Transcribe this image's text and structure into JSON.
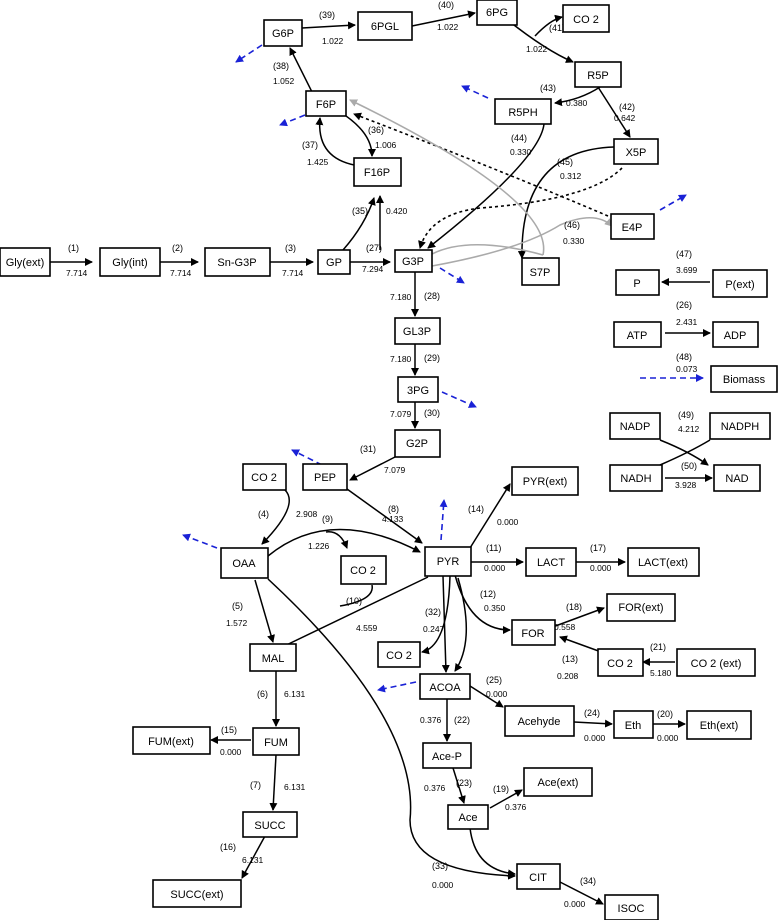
{
  "nodes": {
    "glyext": "Gly(ext)",
    "glyint": "Gly(int)",
    "sng3p": "Sn-G3P",
    "gp": "GP",
    "g3p": "G3P",
    "gl3p": "GL3P",
    "pg3": "3PG",
    "g2p": "G2P",
    "pep": "PEP",
    "co2a": "CO 2",
    "oaa": "OAA",
    "co2b": "CO 2",
    "pyr": "PYR",
    "pyrext": "PYR(ext)",
    "lact": "LACT",
    "lactext": "LACT(ext)",
    "for": "FOR",
    "forext": "FOR(ext)",
    "co2c": "CO 2",
    "co2ext": "CO 2  (ext)",
    "co2d": "CO 2",
    "acoa": "ACOA",
    "acehyde": "Acehyde",
    "eth": "Eth",
    "ethext": "Eth(ext)",
    "acep": "Ace-P",
    "ace": "Ace",
    "aceext": "Ace(ext)",
    "cit": "CIT",
    "isoc": "ISOC",
    "mal": "MAL",
    "fum": "FUM",
    "fumext": "FUM(ext)",
    "succ": "SUCC",
    "succext": "SUCC(ext)",
    "g6p": "G6P",
    "pgl6": "6PGL",
    "pg6": "6PG",
    "co2e": "CO 2",
    "r5p": "R5P",
    "r5ph": "R5PH",
    "x5p": "X5P",
    "f6p": "F6P",
    "f16p": "F16P",
    "e4p": "E4P",
    "s7p": "S7P",
    "p": "P",
    "pext": "P(ext)",
    "atp": "ATP",
    "adp": "ADP",
    "biomass": "Biomass",
    "nadp": "NADP",
    "nadph": "NADPH",
    "nadh": "NADH",
    "nad": "NAD"
  },
  "reactions": {
    "r1": "(1)",
    "v1": "7.714",
    "r2": "(2)",
    "v2": "7.714",
    "r3": "(3)",
    "v3": "7.714",
    "r27": "(27)",
    "v27": "7.294",
    "r28": "(28)",
    "v28": "7.180",
    "r29": "(29)",
    "v29": "7.180",
    "r30": "(30)",
    "v30": "7.079",
    "r31": "(31)",
    "v31": "7.079",
    "r4": "(4)",
    "v4": "2.908",
    "r9": "(9)",
    "v9": "1.226",
    "r8": "(8)",
    "v8": "4.133",
    "r10": "(10)",
    "v10": "4.559",
    "r5": "(5)",
    "v5": "1.572",
    "r6": "(6)",
    "v6": "6.131",
    "r7": "(7)",
    "v7": "6.131",
    "r15": "(15)",
    "v15": "0.000",
    "r16": "(16)",
    "v16": "6.131",
    "r14": "(14)",
    "v14": "0.000",
    "r11": "(11)",
    "v11": "0.000",
    "r17": "(17)",
    "v17": "0.000",
    "r12": "(12)",
    "v12": "0.350",
    "r18": "(18)",
    "v18": "0.558",
    "r13": "(13)",
    "v13": "0.208",
    "r21": "(21)",
    "v21": "5.180",
    "r32": "(32)",
    "v32": "0.247",
    "r25": "(25)",
    "v25": "0.000",
    "r24": "(24)",
    "v24": "0.000",
    "r20": "(20)",
    "v20": "0.000",
    "r22": "(22)",
    "v22": "0.376",
    "r23": "(23)",
    "v23": "0.376",
    "r19": "(19)",
    "v19": "0.376",
    "r33": "(33)",
    "v33": "0.000",
    "r34": "(34)",
    "v34": "0.000",
    "r39": "(39)",
    "v39": "1.022",
    "r40": "(40)",
    "v40": "1.022",
    "r41": "(41)",
    "v41": "1.022",
    "r38": "(38)",
    "v38": "1.052",
    "r43": "(43)",
    "v43": "0.380",
    "r42": "(42)",
    "v42": "0.642",
    "r36": "(36)",
    "v36": "1.006",
    "r37": "(37)",
    "v37": "1.425",
    "r44": "(44)",
    "v44": "0.330",
    "r45": "(45)",
    "v45": "0.312",
    "r35": "(35)",
    "v35": "0.420",
    "r46": "(46)",
    "v46": "0.330",
    "r47": "(47)",
    "v47": "3.699",
    "r26": "(26)",
    "v26": "2.431",
    "r48": "(48)",
    "v48": "0.073",
    "r49": "(49)",
    "v49": "4.212",
    "r50": "(50)",
    "v50": "3.928"
  },
  "colors": {
    "biomass_arrow": "#1a22d6",
    "secondary_path": "#aaaaaa",
    "line": "#000000"
  }
}
